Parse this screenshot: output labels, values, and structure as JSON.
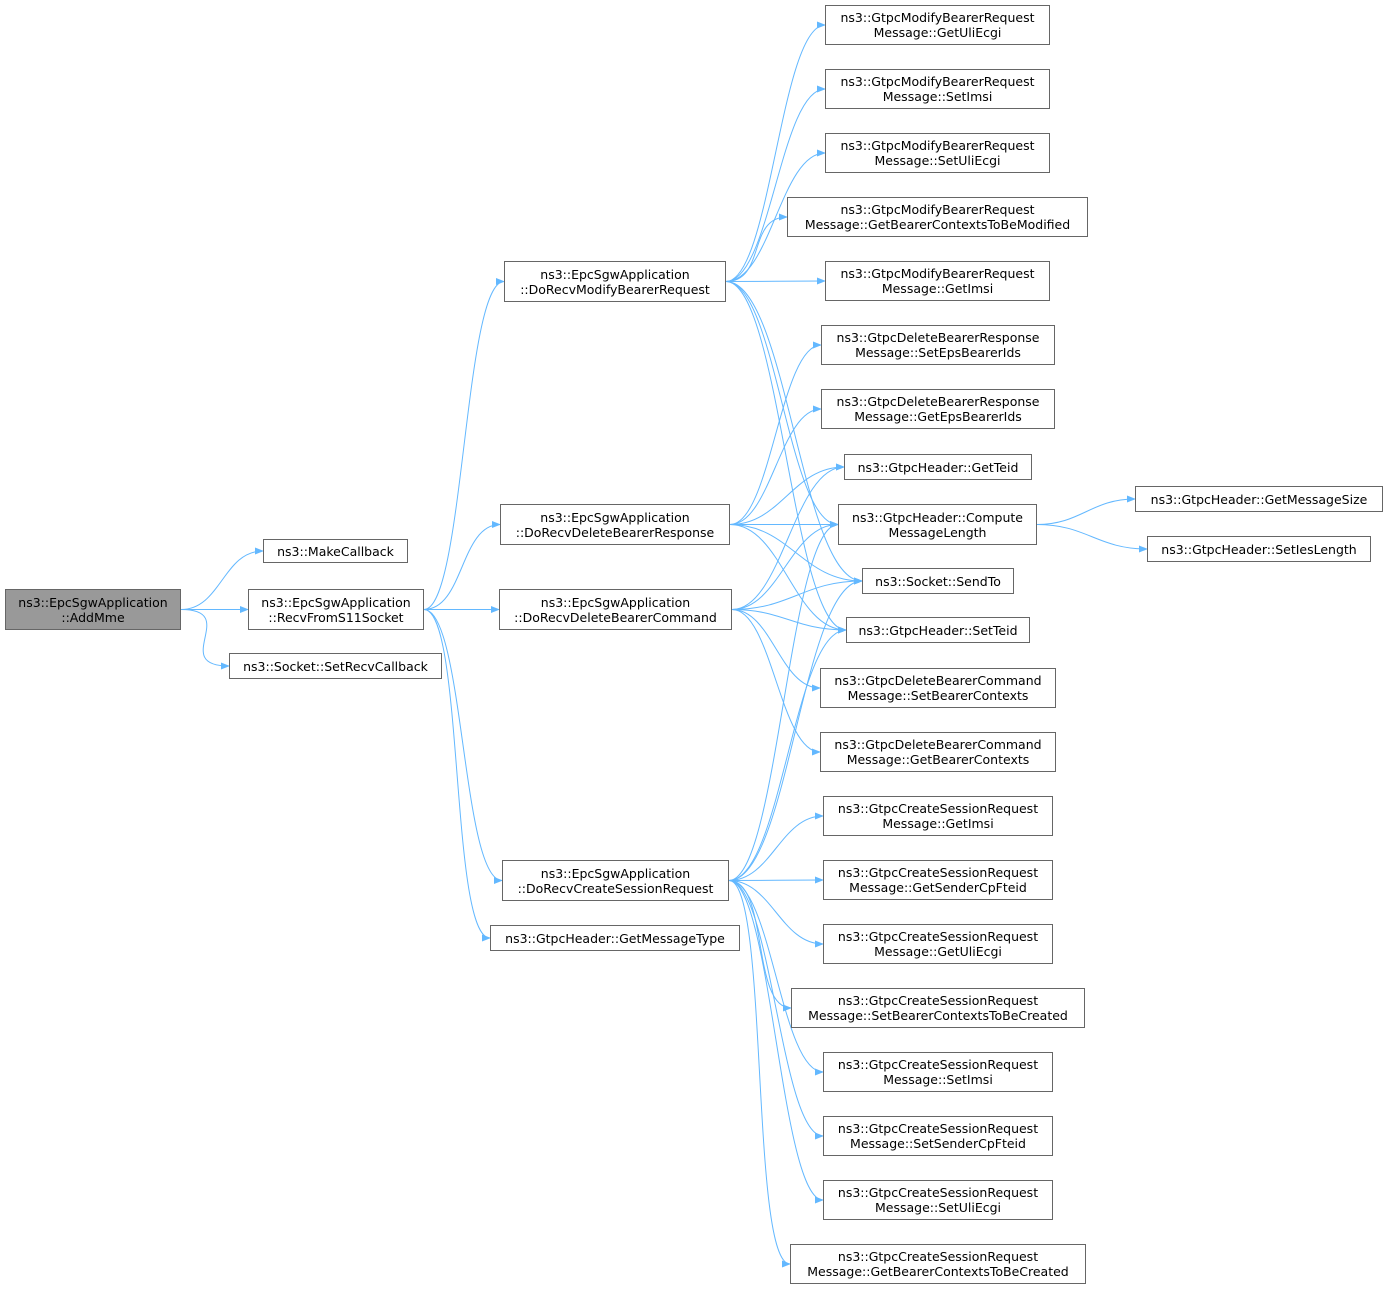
{
  "colors": {
    "edge": "#63b8ff",
    "node_border": "#666666",
    "root_fill": "#999999"
  },
  "nodes": {
    "root": {
      "l1": "ns3::EpcSgwApplication",
      "l2": "::AddMme"
    },
    "makeCallback": {
      "l1": "ns3::MakeCallback"
    },
    "recvFromS11": {
      "l1": "ns3::EpcSgwApplication",
      "l2": "::RecvFromS11Socket"
    },
    "setRecvCallback": {
      "l1": "ns3::Socket::SetRecvCallback"
    },
    "doModify": {
      "l1": "ns3::EpcSgwApplication",
      "l2": "::DoRecvModifyBearerRequest"
    },
    "doDelResp": {
      "l1": "ns3::EpcSgwApplication",
      "l2": "::DoRecvDeleteBearerResponse"
    },
    "doDelCmd": {
      "l1": "ns3::EpcSgwApplication",
      "l2": "::DoRecvDeleteBearerCommand"
    },
    "doCreate": {
      "l1": "ns3::EpcSgwApplication",
      "l2": "::DoRecvCreateSessionRequest"
    },
    "getMsgType": {
      "l1": "ns3::GtpcHeader::GetMessageType"
    },
    "mbrGetUli": {
      "l1": "ns3::GtpcModifyBearerRequest",
      "l2": "Message::GetUliEcgi"
    },
    "mbrSetImsi": {
      "l1": "ns3::GtpcModifyBearerRequest",
      "l2": "Message::SetImsi"
    },
    "mbrSetUli": {
      "l1": "ns3::GtpcModifyBearerRequest",
      "l2": "Message::SetUliEcgi"
    },
    "mbrGetBctm": {
      "l1": "ns3::GtpcModifyBearerRequest",
      "l2": "Message::GetBearerContextsToBeModified"
    },
    "mbrGetImsi": {
      "l1": "ns3::GtpcModifyBearerRequest",
      "l2": "Message::GetImsi"
    },
    "dbrSetEps": {
      "l1": "ns3::GtpcDeleteBearerResponse",
      "l2": "Message::SetEpsBearerIds"
    },
    "dbrGetEps": {
      "l1": "ns3::GtpcDeleteBearerResponse",
      "l2": "Message::GetEpsBearerIds"
    },
    "hdrGetTeid": {
      "l1": "ns3::GtpcHeader::GetTeid"
    },
    "hdrCompute": {
      "l1": "ns3::GtpcHeader::Compute",
      "l2": "MessageLength"
    },
    "sendTo": {
      "l1": "ns3::Socket::SendTo"
    },
    "hdrSetTeid": {
      "l1": "ns3::GtpcHeader::SetTeid"
    },
    "dbcSetBc": {
      "l1": "ns3::GtpcDeleteBearerCommand",
      "l2": "Message::SetBearerContexts"
    },
    "dbcGetBc": {
      "l1": "ns3::GtpcDeleteBearerCommand",
      "l2": "Message::GetBearerContexts"
    },
    "hdrGetMsgSize": {
      "l1": "ns3::GtpcHeader::GetMessageSize"
    },
    "hdrSetIes": {
      "l1": "ns3::GtpcHeader::SetIesLength"
    },
    "csrGetImsi": {
      "l1": "ns3::GtpcCreateSessionRequest",
      "l2": "Message::GetImsi"
    },
    "csrGetSender": {
      "l1": "ns3::GtpcCreateSessionRequest",
      "l2": "Message::GetSenderCpFteid"
    },
    "csrGetUli": {
      "l1": "ns3::GtpcCreateSessionRequest",
      "l2": "Message::GetUliEcgi"
    },
    "csrSetBctc": {
      "l1": "ns3::GtpcCreateSessionRequest",
      "l2": "Message::SetBearerContextsToBeCreated"
    },
    "csrSetImsi": {
      "l1": "ns3::GtpcCreateSessionRequest",
      "l2": "Message::SetImsi"
    },
    "csrSetSender": {
      "l1": "ns3::GtpcCreateSessionRequest",
      "l2": "Message::SetSenderCpFteid"
    },
    "csrSetUli": {
      "l1": "ns3::GtpcCreateSessionRequest",
      "l2": "Message::SetUliEcgi"
    },
    "csrGetBctc": {
      "l1": "ns3::GtpcCreateSessionRequest",
      "l2": "Message::GetBearerContextsToBeCreated"
    }
  },
  "edges": [
    [
      "root",
      "makeCallback"
    ],
    [
      "root",
      "recvFromS11"
    ],
    [
      "root",
      "setRecvCallback"
    ],
    [
      "recvFromS11",
      "doModify"
    ],
    [
      "recvFromS11",
      "doDelResp"
    ],
    [
      "recvFromS11",
      "doDelCmd"
    ],
    [
      "recvFromS11",
      "doCreate"
    ],
    [
      "recvFromS11",
      "getMsgType"
    ],
    [
      "doModify",
      "mbrGetUli"
    ],
    [
      "doModify",
      "mbrSetImsi"
    ],
    [
      "doModify",
      "mbrSetUli"
    ],
    [
      "doModify",
      "mbrGetBctm"
    ],
    [
      "doModify",
      "mbrGetImsi"
    ],
    [
      "doModify",
      "hdrCompute"
    ],
    [
      "doModify",
      "sendTo"
    ],
    [
      "doModify",
      "hdrSetTeid"
    ],
    [
      "doDelResp",
      "dbrSetEps"
    ],
    [
      "doDelResp",
      "dbrGetEps"
    ],
    [
      "doDelResp",
      "hdrGetTeid"
    ],
    [
      "doDelResp",
      "hdrCompute"
    ],
    [
      "doDelResp",
      "sendTo"
    ],
    [
      "doDelResp",
      "hdrSetTeid"
    ],
    [
      "doDelCmd",
      "hdrGetTeid"
    ],
    [
      "doDelCmd",
      "hdrCompute"
    ],
    [
      "doDelCmd",
      "sendTo"
    ],
    [
      "doDelCmd",
      "hdrSetTeid"
    ],
    [
      "doDelCmd",
      "dbcSetBc"
    ],
    [
      "doDelCmd",
      "dbcGetBc"
    ],
    [
      "doCreate",
      "hdrCompute"
    ],
    [
      "doCreate",
      "sendTo"
    ],
    [
      "doCreate",
      "hdrSetTeid"
    ],
    [
      "doCreate",
      "csrGetImsi"
    ],
    [
      "doCreate",
      "csrGetSender"
    ],
    [
      "doCreate",
      "csrGetUli"
    ],
    [
      "doCreate",
      "csrSetBctc"
    ],
    [
      "doCreate",
      "csrSetImsi"
    ],
    [
      "doCreate",
      "csrSetSender"
    ],
    [
      "doCreate",
      "csrSetUli"
    ],
    [
      "doCreate",
      "csrGetBctc"
    ],
    [
      "hdrCompute",
      "hdrGetMsgSize"
    ],
    [
      "hdrCompute",
      "hdrSetIes"
    ]
  ]
}
